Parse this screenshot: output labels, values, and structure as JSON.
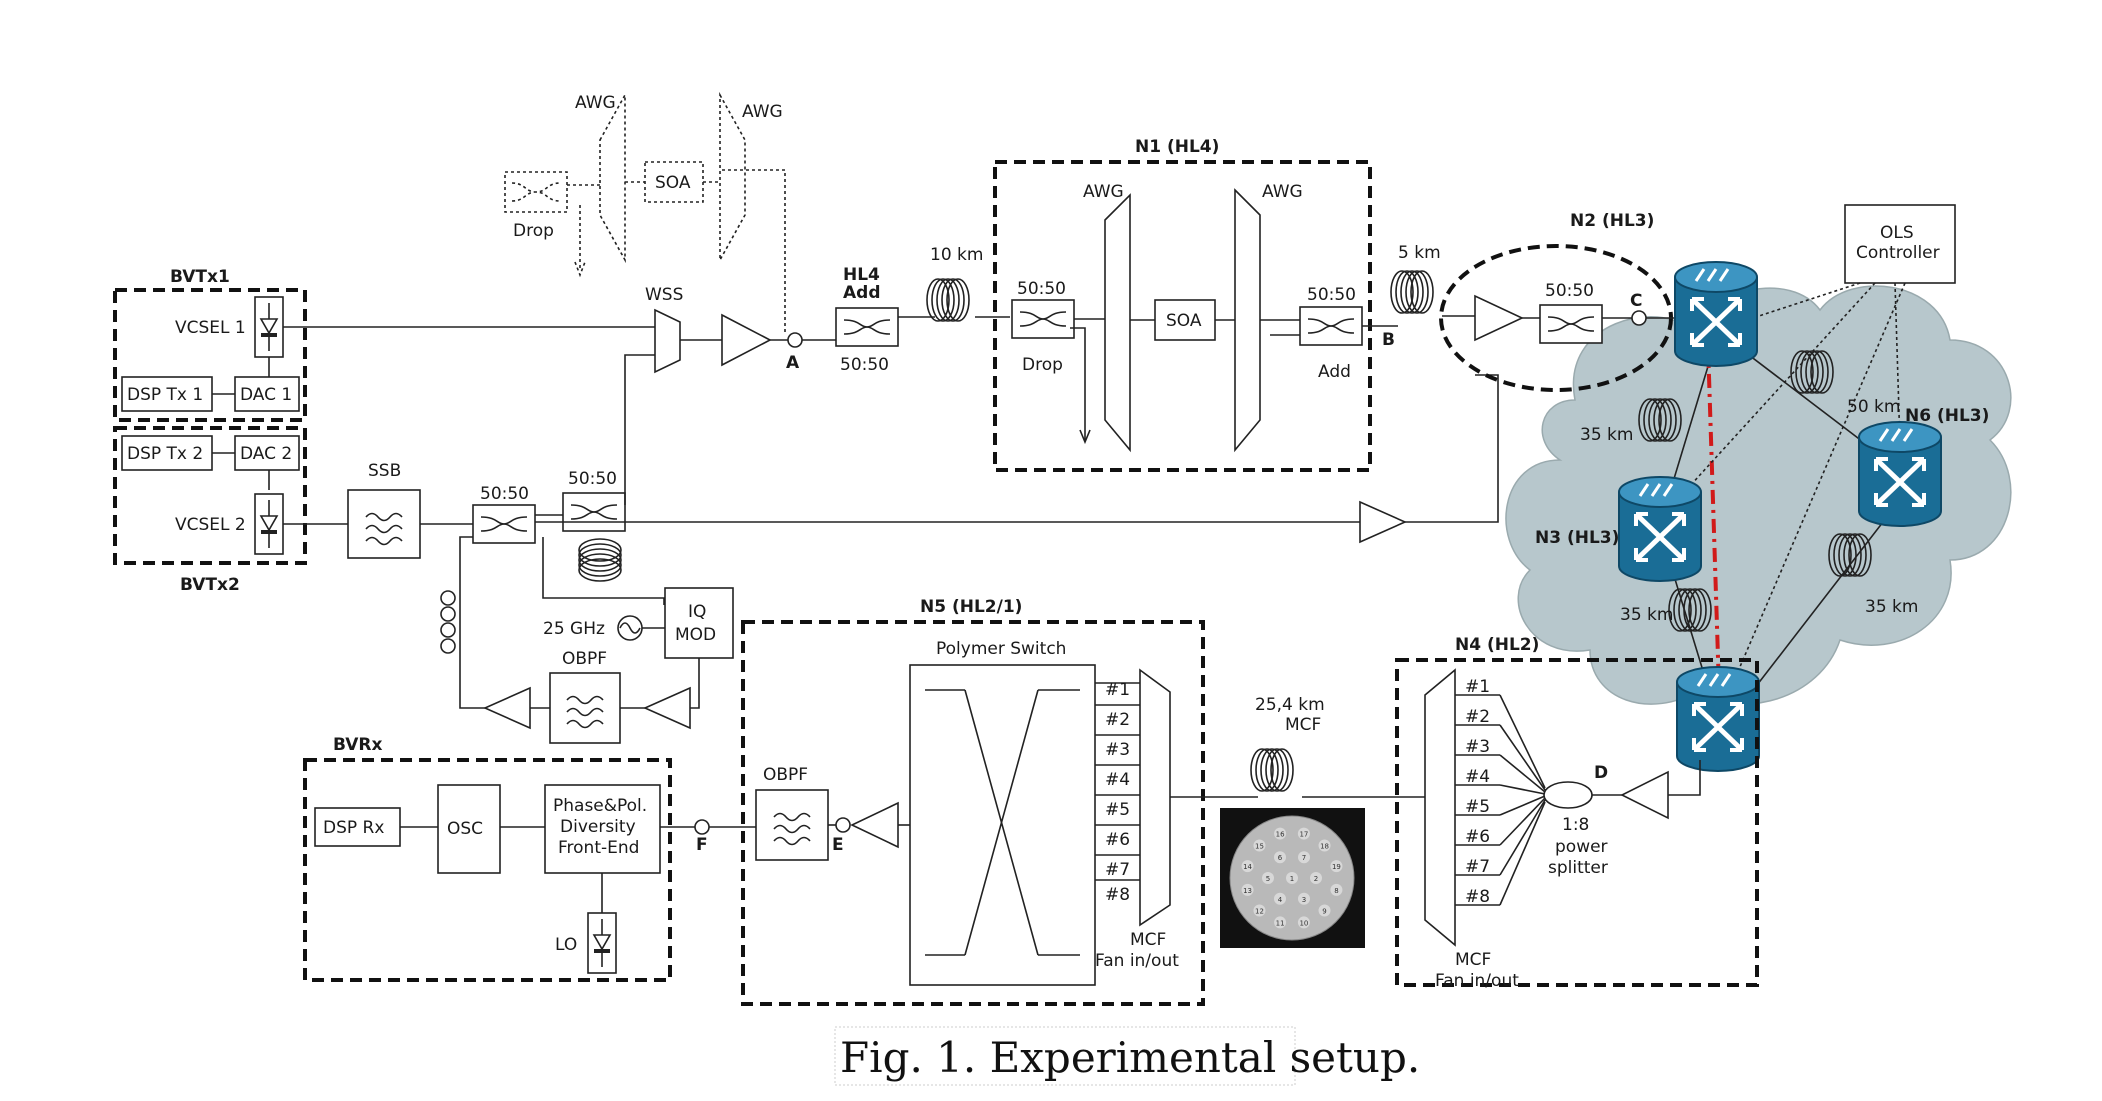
{
  "caption": "Fig. 1. Experimental setup.",
  "colors": {
    "cloud": "#b7c7cc",
    "node": "#1a6d96",
    "path": "#d11a1a"
  },
  "icons": [
    "photodiode-icon",
    "coupler-icon",
    "amplifier-icon",
    "fiber-spool-icon",
    "filter-icon",
    "sine-source-icon",
    "router-node-icon",
    "mcf-cross-section-image"
  ],
  "nodes": {
    "bvtx1": {
      "title": "BVTx1",
      "vcsel": "VCSEL 1",
      "dsp": "DSP Tx 1",
      "dac": "DAC 1"
    },
    "bvtx2": {
      "title": "BVTx2",
      "vcsel": "VCSEL 2",
      "dsp": "DSP Tx 2",
      "dac": "DAC 2"
    },
    "n1": {
      "title": "N1 (HL4)",
      "awg_left": "AWG",
      "awg_right": "AWG",
      "soa": "SOA",
      "coupler_left": "50:50",
      "coupler_right": "50:50",
      "drop": "Drop",
      "add": "Add"
    },
    "n2": "N2 (HL3)",
    "n3": "N3 (HL3)",
    "n4": {
      "title": "N4 (HL2)",
      "splitter_ratio": "1:8",
      "splitter_line1": "power",
      "splitter_line2": "splitter",
      "fan_line1": "MCF",
      "fan_line2": "Fan in/out"
    },
    "n5": {
      "title": "N5 (HL2/1)",
      "switch": "Polymer Switch",
      "fan_line1": "MCF",
      "fan_line2": "Fan in/out"
    },
    "n6": "N6 (HL3)",
    "bvrx": {
      "title": "BVRx",
      "dsp": "DSP Rx",
      "osc": "OSC",
      "fe_line1": "Phase&Pol.",
      "fe_line2": "Diversity",
      "fe_line3": "Front-End",
      "lo": "LO"
    }
  },
  "ports": [
    "#1",
    "#2",
    "#3",
    "#4",
    "#5",
    "#6",
    "#7",
    "#8"
  ],
  "components": {
    "awg": "AWG",
    "soa": "SOA",
    "drop": "Drop",
    "wss": "WSS",
    "ssb": "SSB",
    "coupler": "50:50",
    "hl4_line1": "HL4",
    "hl4_line2": "Add",
    "hl4_ratio": "50:50",
    "rf": "25 GHz",
    "iq_line1": "IQ",
    "iq_line2": "MOD",
    "obpf": "OBPF",
    "ols_line1": "OLS",
    "ols_line2": "Controller",
    "coupler_n2": "50:50"
  },
  "fibers": {
    "f10": "10 km",
    "f5": "5 km",
    "f35a": "35 km",
    "f35b": "35 km",
    "f35c": "35 km",
    "f50": "50 km",
    "mcf_len": "25,4 km",
    "mcf": "MCF"
  },
  "points": {
    "a": "A",
    "b": "B",
    "c": "C",
    "d": "D",
    "e": "E",
    "f": "F"
  },
  "mcf_cores": [
    "1",
    "2",
    "3",
    "4",
    "5",
    "6",
    "7",
    "8",
    "9",
    "10",
    "11",
    "12",
    "13",
    "14",
    "15",
    "16",
    "17",
    "18",
    "19"
  ]
}
